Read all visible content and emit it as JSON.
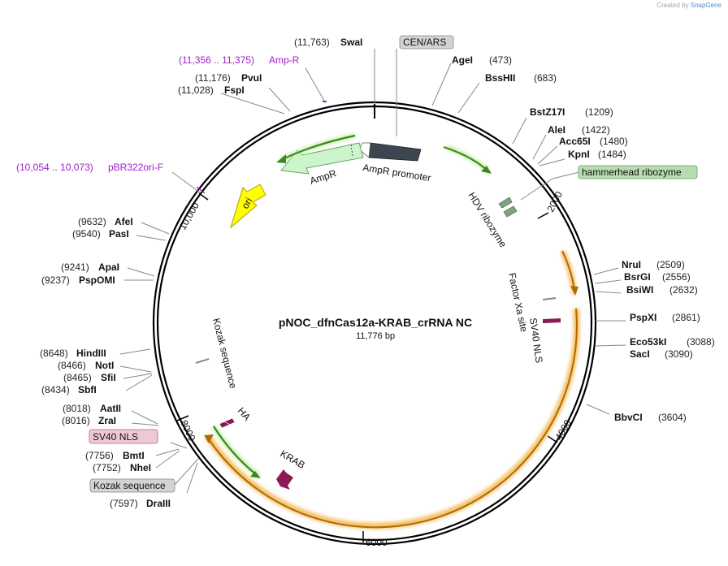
{
  "credit": {
    "prefix": "Created by",
    "brand": "SnapGene"
  },
  "plasmid": {
    "name": "pNOC_dfnCas12a-KRAB_crRNA NC",
    "length": "11,776 bp"
  },
  "ticks": [
    "2000",
    "4000",
    "6000",
    "8000",
    "10,000"
  ],
  "sites": [
    {
      "pos": "(11,763)",
      "name": "SwaI"
    },
    {
      "pos": "(473)",
      "name": "AgeI"
    },
    {
      "pos": "(683)",
      "name": "BssHII"
    },
    {
      "pos": "(1209)",
      "name": "BstZ17I"
    },
    {
      "pos": "(1422)",
      "name": "AleI"
    },
    {
      "pos": "(1480)",
      "name": "Acc65I"
    },
    {
      "pos": "(1484)",
      "name": "KpnI"
    },
    {
      "pos": "(2509)",
      "name": "NruI"
    },
    {
      "pos": "(2556)",
      "name": "BsrGI"
    },
    {
      "pos": "(2632)",
      "name": "BsiWI"
    },
    {
      "pos": "(2861)",
      "name": "PspXI"
    },
    {
      "pos": "(3088)",
      "name": "Eco53kI"
    },
    {
      "pos": "(3090)",
      "name": "SacI"
    },
    {
      "pos": "(3604)",
      "name": "BbvCI"
    },
    {
      "pos": "(11,176)",
      "name": "PvuI"
    },
    {
      "pos": "(11,028)",
      "name": "FspI"
    },
    {
      "pos": "(9632)",
      "name": "AfeI"
    },
    {
      "pos": "(9540)",
      "name": "PasI"
    },
    {
      "pos": "(9241)",
      "name": "ApaI"
    },
    {
      "pos": "(9237)",
      "name": "PspOMI"
    },
    {
      "pos": "(8648)",
      "name": "HindIII"
    },
    {
      "pos": "(8466)",
      "name": "NotI"
    },
    {
      "pos": "(8465)",
      "name": "SfiI"
    },
    {
      "pos": "(8434)",
      "name": "SbfI"
    },
    {
      "pos": "(8018)",
      "name": "AatII"
    },
    {
      "pos": "(8016)",
      "name": "ZraI"
    },
    {
      "pos": "(7756)",
      "name": "BmtI"
    },
    {
      "pos": "(7752)",
      "name": "NheI"
    },
    {
      "pos": "(7597)",
      "name": "DraIII"
    }
  ],
  "primers": [
    {
      "range": "(11,356 .. 11,375)",
      "name": "Amp-R"
    },
    {
      "range": "(10,054 .. 10,073)",
      "name": "pBR322ori-F"
    }
  ],
  "boxed_labels": [
    "CEN/ARS",
    "hammerhead ribozyme",
    "SV40 NLS",
    "Kozak sequence"
  ],
  "features": [
    "AmpR promoter",
    "AmpR",
    "ori",
    "HDV ribozyme",
    "Factor Xa site",
    "SV40 NLS",
    "Kozak sequence",
    "HA",
    "KRAB"
  ],
  "colors": {
    "backbone": "#000000",
    "ampr": "#ccf5cc",
    "promoter": "#3c4650",
    "ori": "#ffff00",
    "green_arrow": "#3a8a1a",
    "orange_glow": "#f5c26b",
    "krab": "#8b1a55",
    "primer": "#a020c8",
    "box_gray": "#d3d3d3",
    "box_green": "#b8dcb0",
    "box_pink": "#efc8d8"
  }
}
